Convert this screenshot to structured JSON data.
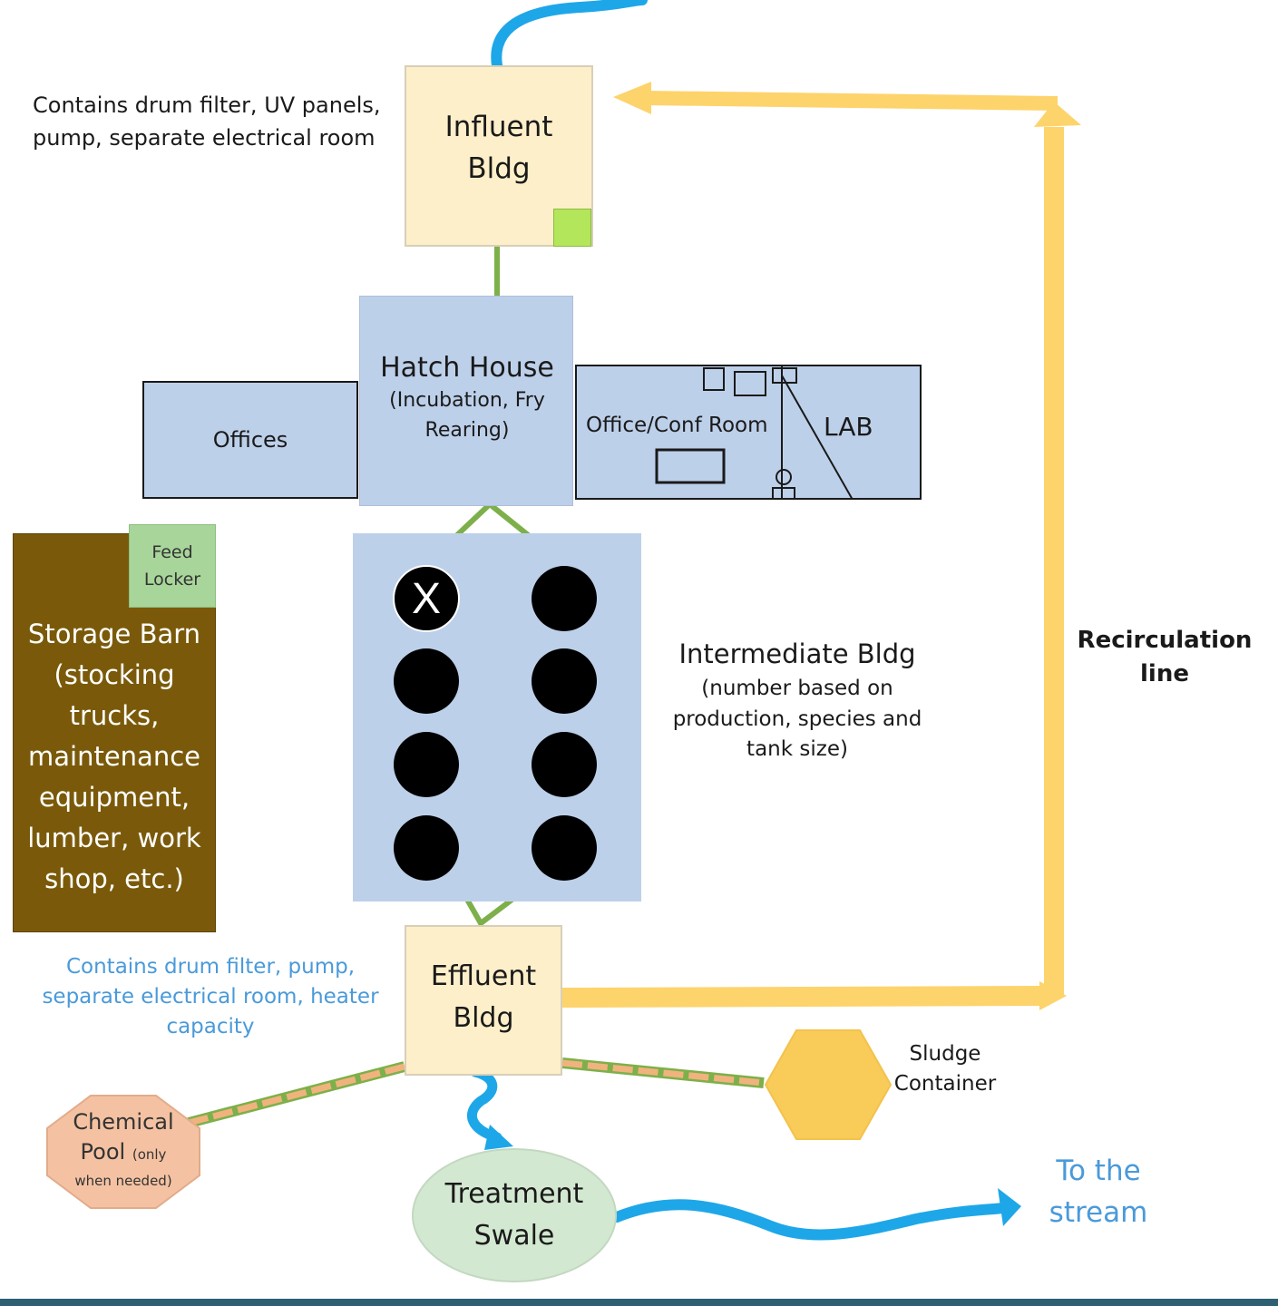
{
  "influent": {
    "note_line1": "Contains drum filter, UV panels,",
    "note_line2": "pump, separate electrical room",
    "label_line1": "Influent",
    "label_line2": "Bldg"
  },
  "hatch": {
    "label_line1": "Hatch House",
    "label_line2": "(Incubation, Fry",
    "label_line3": "Rearing)"
  },
  "offices": {
    "label": "Offices"
  },
  "office_conf": {
    "label": "Office/Conf Room"
  },
  "lab": {
    "label": "LAB"
  },
  "feed_locker": {
    "label_line1": "Feed",
    "label_line2": "Locker"
  },
  "storage_barn": {
    "lines": [
      "Storage Barn",
      "(stocking",
      "trucks,",
      "maintenance",
      "equipment,",
      "lumber, work",
      "shop, etc.)"
    ]
  },
  "intermediate": {
    "title": "Intermediate Bldg",
    "note_line1": "(number based on",
    "note_line2": "production, species and",
    "note_line3": "tank size)",
    "tank_marker": "X"
  },
  "recirculation": {
    "label_line1": "Recirculation",
    "label_line2": "line"
  },
  "effluent": {
    "label_line1": "Effluent",
    "label_line2": "Bldg",
    "note_line1": "Contains drum filter, pump,",
    "note_line2": "separate electrical room, heater",
    "note_line3": "capacity"
  },
  "sludge": {
    "label_line1": "Sludge",
    "label_line2": "Container"
  },
  "chemical_pool": {
    "label_line1": "Chemical",
    "label_line2": "Pool",
    "label_small": "(only",
    "label_line3": "when needed)"
  },
  "swale": {
    "label_line1": "Treatment",
    "label_line2": "Swale"
  },
  "stream": {
    "label_line1": "To the",
    "label_line2": "stream"
  },
  "colors": {
    "building_tan": "#fdefc9",
    "building_blue": "#bdd0ea",
    "green_pipe": "#7db04a",
    "recirc_yellow": "#fdd36b",
    "water_blue": "#1ea7e8",
    "barn_brown": "#7a5a0a",
    "feed_green": "#a8d59a",
    "chem_peach": "#f4c2a2",
    "swale_green": "#d3e8d0",
    "sludge_gold": "#f9cb58",
    "effluent_note_blue": "#4a9ad9"
  }
}
